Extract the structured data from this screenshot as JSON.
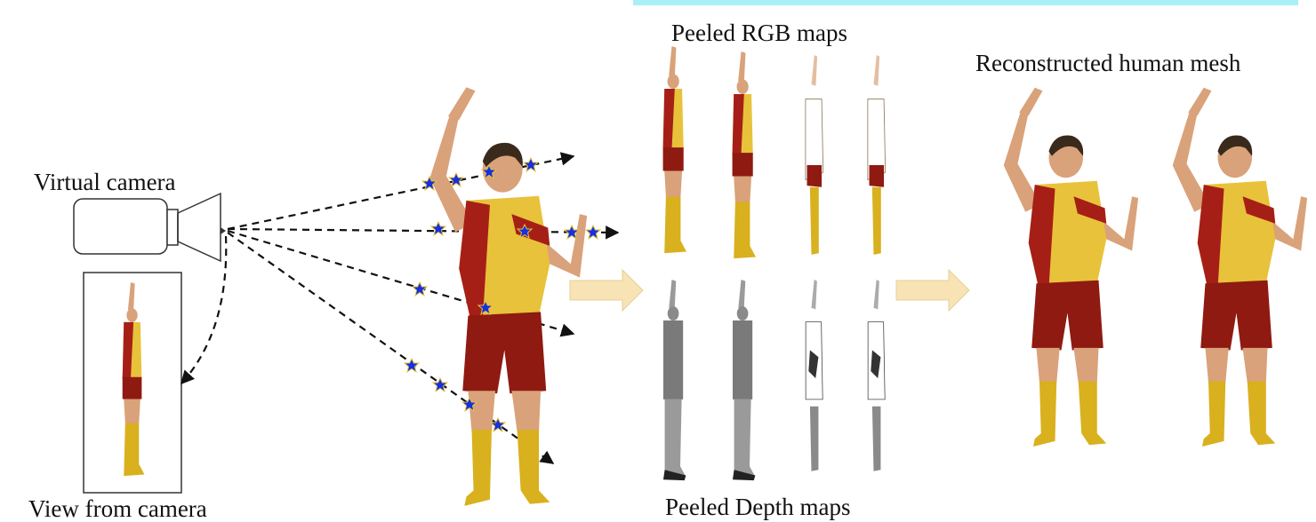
{
  "labels": {
    "virtual_camera": "Virtual camera",
    "view_from_camera": "View from camera",
    "peeled_rgb": "Peeled RGB maps",
    "peeled_depth": "Peeled Depth maps",
    "reconstructed": "Reconstructed human mesh"
  },
  "colors": {
    "jersey_yellow": "#e8c23a",
    "jersey_red": "#a61f16",
    "shorts_red": "#8f1a12",
    "skin": "#d9a27a",
    "hair": "#3a2a1c",
    "sock_yellow": "#d9b01e",
    "star_blue": "#1530e0",
    "flow_arrow": "#f7e3b3",
    "top_band": "#a8f0f6"
  }
}
